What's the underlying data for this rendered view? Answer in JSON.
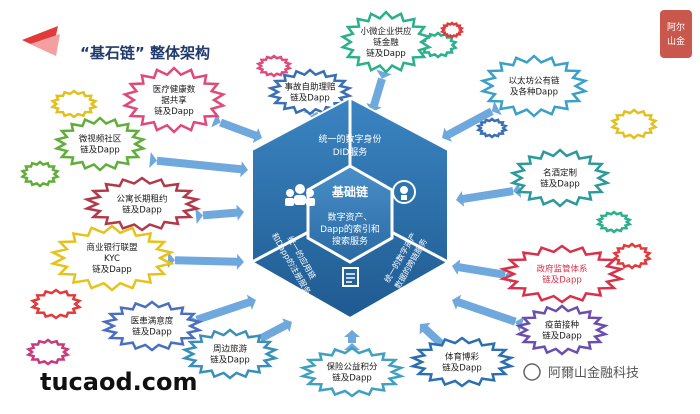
{
  "title": "“基石链” 整体架构",
  "core": {
    "name": "基础链",
    "center_lines": [
      "数字资产、",
      "Dapp的索引和",
      "搜索服务"
    ],
    "top_lines": [
      "统一的数字身份",
      "DID服务"
    ],
    "left_lines": [
      "统一的应用链",
      "和Dapp的注册服务"
    ],
    "right_lines": [
      "统一的数字资产",
      "数据的跨链服务"
    ]
  },
  "nodes": [
    {
      "id": "sme-finance",
      "lines": [
        "小微企业供应",
        "链金融",
        "链及Dapp"
      ],
      "color": "#2ab08a"
    },
    {
      "id": "insurance-self-service",
      "lines": [
        "事故自助理赔",
        "链及Dapp"
      ],
      "color": "#3a6fb5"
    },
    {
      "id": "medical-data",
      "lines": [
        "医疗健康数",
        "据共享",
        "链及Dapp"
      ],
      "color": "#e04a7a"
    },
    {
      "id": "ethereum",
      "lines": [
        "以太坊公有链",
        "及各种Dapp"
      ],
      "color": "#3aa0c8"
    },
    {
      "id": "micro-video",
      "lines": [
        "微视频社区",
        "链及Dapp"
      ],
      "color": "#5fae3a"
    },
    {
      "id": "wine",
      "lines": [
        "名酒定制",
        "链及Dapp"
      ],
      "color": "#2c9a9a"
    },
    {
      "id": "apartment-rental",
      "lines": [
        "公寓长期租约",
        "链及Dapp"
      ],
      "color": "#b03a4a"
    },
    {
      "id": "bank-kyc",
      "lines": [
        "商业银行联盟",
        "KYC",
        "链及Dapp"
      ],
      "color": "#e6c31a"
    },
    {
      "id": "gov-regulation",
      "lines": [
        "政府监管体系",
        "链及Dapp"
      ],
      "color": "#d8324a",
      "highlight": true
    },
    {
      "id": "patient-satisfaction",
      "lines": [
        "医患满意度",
        "链及Dapp"
      ],
      "color": "#4a6fc0"
    },
    {
      "id": "vaccine",
      "lines": [
        "疫苗接种",
        "链及Dapp"
      ],
      "color": "#6a4fb0"
    },
    {
      "id": "tourism",
      "lines": [
        "周边旅游",
        "链及Dapp"
      ],
      "color": "#3a8fb8"
    },
    {
      "id": "insurance-points",
      "lines": [
        "保险公益积分",
        "链及Dapp"
      ],
      "color": "#3fa0c0"
    },
    {
      "id": "sports-lottery",
      "lines": [
        "体育博彩",
        "链及Dapp"
      ],
      "color": "#2c6fb0"
    }
  ],
  "decor_bursts": [
    {
      "color": "#2ab08a"
    },
    {
      "color": "#e03a3a"
    },
    {
      "color": "#e2c020"
    },
    {
      "color": "#e04a7a"
    },
    {
      "color": "#5fae3a"
    },
    {
      "color": "#e03a3a"
    },
    {
      "color": "#c83a7a"
    },
    {
      "color": "#e2c020"
    },
    {
      "color": "#2ab08a"
    },
    {
      "color": "#e03a3a"
    },
    {
      "color": "#3a6fb5"
    }
  ],
  "logo_text": "阿尔山金融",
  "watermark_left": "tucaod.com",
  "watermark_right": "阿爾山金融科技",
  "colors": {
    "hex_blue": "#2d6fa6",
    "title": "#1f3a6b",
    "arrow": "#6fa8dc",
    "accent_red": "#e23a3a"
  }
}
